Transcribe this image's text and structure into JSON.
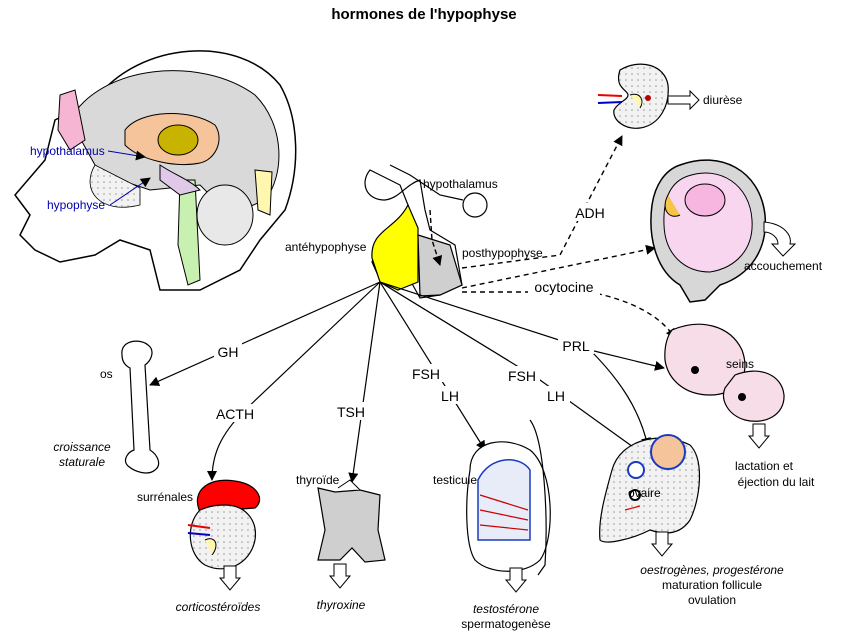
{
  "title": "hormones de l'hypophyse",
  "brain": {
    "hypothalamus": "hypothalamus",
    "hypophyse": "hypophyse"
  },
  "pituitary": {
    "hypothalamus": "hypothalamus",
    "antehypophyse": "antéhypophyse",
    "posthypophyse": "posthypophyse"
  },
  "hormones": {
    "gh": "GH",
    "acth": "ACTH",
    "tsh": "TSH",
    "fsh1": "FSH",
    "lh1": "LH",
    "fsh2": "FSH",
    "lh2": "LH",
    "prl": "PRL",
    "adh": "ADH",
    "ocytocine": "ocytocine"
  },
  "targets": {
    "os": "os",
    "croissance_1": "croissance",
    "croissance_2": "staturale",
    "surrenales": "surrénales",
    "corticosteroides": "corticostéroïdes",
    "thyroide": "thyroïde",
    "thyroxine": "thyroxine",
    "testicule": "testicule",
    "testosterone": "testostérone",
    "spermatogenese": "spermatogenèse",
    "ovaire": "ovaire",
    "oestrogenes": "oestrogènes, progestérone",
    "maturation": "maturation follicule",
    "ovulation": "ovulation",
    "seins": "seins",
    "lactation_1": "lactation et",
    "lactation_2": "éjection du lait",
    "diurese": "diurèse",
    "accouchement": "accouchement"
  }
}
